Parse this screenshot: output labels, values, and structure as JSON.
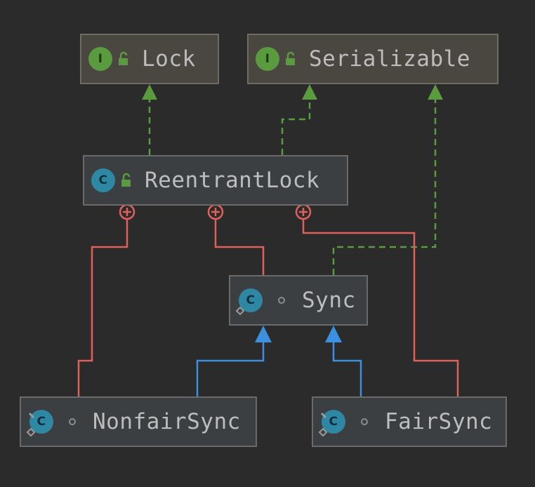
{
  "nodes": {
    "lock": {
      "label": "Lock",
      "kind": "I"
    },
    "serializable": {
      "label": "Serializable",
      "kind": "I"
    },
    "reentrantlock": {
      "label": "ReentrantLock",
      "kind": "C"
    },
    "sync": {
      "label": "Sync",
      "kind": "C"
    },
    "nonfairsync": {
      "label": "NonfairSync",
      "kind": "C"
    },
    "fairsync": {
      "label": "FairSync",
      "kind": "C"
    }
  },
  "colors": {
    "background": "#2b2b2b",
    "implements_edge": "#5a9b3f",
    "extends_edge": "#3d8fe0",
    "inner_class_edge": "#e0605a"
  }
}
